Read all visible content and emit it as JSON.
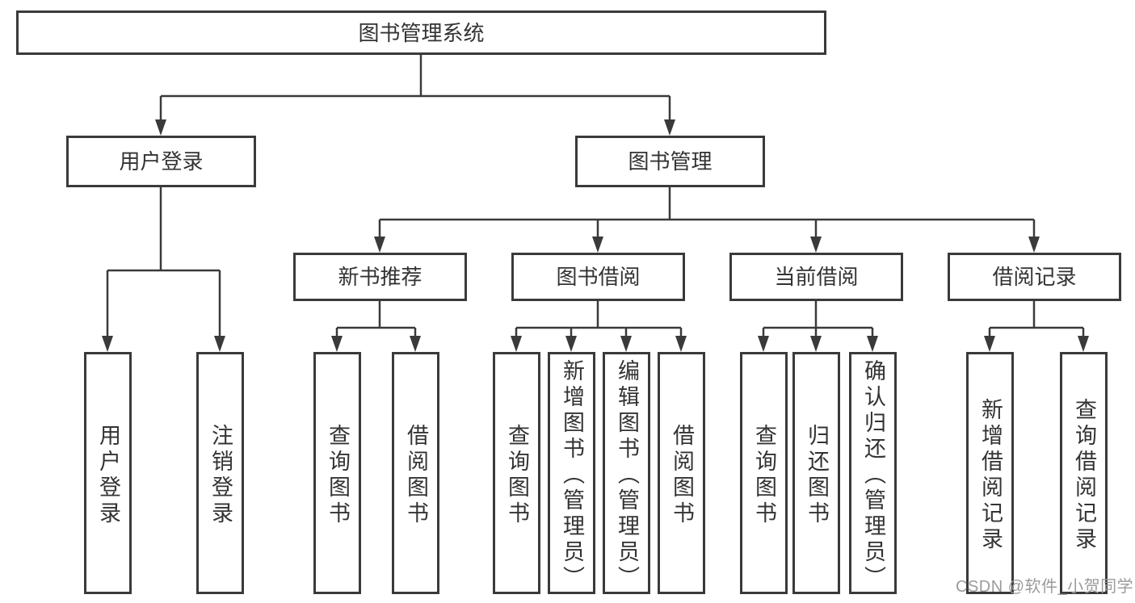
{
  "diagram": {
    "root": {
      "label": "图书管理系统"
    },
    "branches": [
      {
        "label": "用户登录",
        "children": [
          {
            "label": "用户登录"
          },
          {
            "label": "注销登录"
          }
        ]
      },
      {
        "label": "图书管理",
        "groups": [
          {
            "label": "新书推荐",
            "children": [
              {
                "label": "查询图书"
              },
              {
                "label": "借阅图书"
              }
            ]
          },
          {
            "label": "图书借阅",
            "children": [
              {
                "label": "查询图书"
              },
              {
                "label": "新增图书（管理员）"
              },
              {
                "label": "编辑图书（管理员）"
              },
              {
                "label": "借阅图书"
              }
            ]
          },
          {
            "label": "当前借阅",
            "children": [
              {
                "label": "查询图书"
              },
              {
                "label": "归还图书"
              },
              {
                "label": "确认归还（管理员）"
              }
            ]
          },
          {
            "label": "借阅记录",
            "children": [
              {
                "label": "新增借阅记录"
              },
              {
                "label": "查询借阅记录"
              }
            ]
          }
        ]
      }
    ]
  },
  "watermark": {
    "text": "CSDN @软件_小贺同学"
  },
  "colors": {
    "line": "#3a3a3a",
    "box_border": "#3a3a3a",
    "text": "#333333",
    "background": "#ffffff",
    "watermark": "#9b9b9b"
  }
}
